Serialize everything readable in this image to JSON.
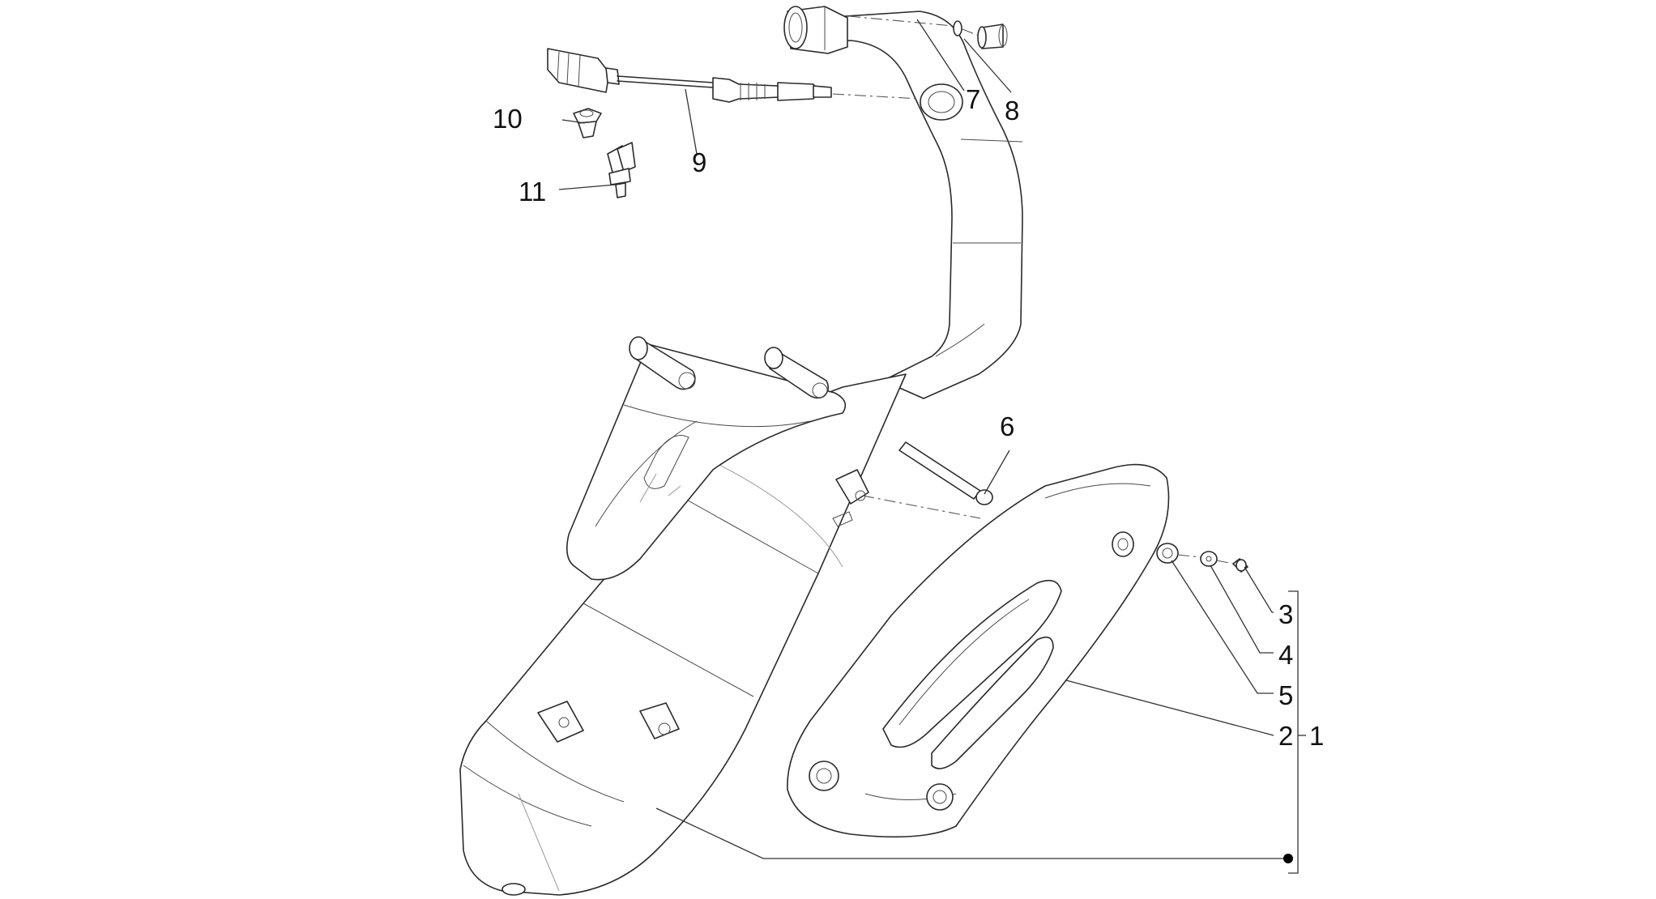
{
  "callouts": [
    {
      "id": "1",
      "label": "1"
    },
    {
      "id": "2",
      "label": "2"
    },
    {
      "id": "3",
      "label": "3"
    },
    {
      "id": "4",
      "label": "4"
    },
    {
      "id": "5",
      "label": "5"
    },
    {
      "id": "6",
      "label": "6"
    },
    {
      "id": "7",
      "label": "7"
    },
    {
      "id": "8",
      "label": "8"
    },
    {
      "id": "9",
      "label": "9"
    },
    {
      "id": "10",
      "label": "10"
    },
    {
      "id": "11",
      "label": "11"
    }
  ],
  "colors": {
    "line": "#2a2a2a",
    "background": "#ffffff",
    "callout_dot": "#000000"
  }
}
